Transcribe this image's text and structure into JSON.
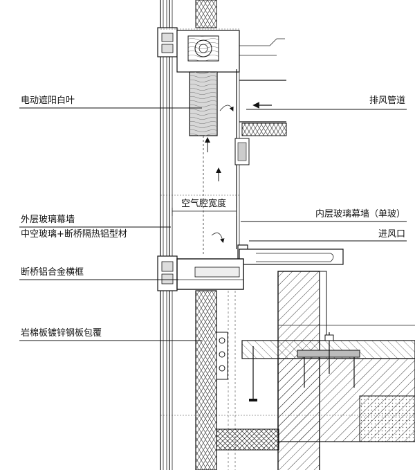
{
  "labels": {
    "blind": "电动遮阳白叶",
    "exhaust_duct": "排风管道",
    "air_cavity": "空气腔宽度",
    "outer_wall_line1": "外层玻璃幕墙",
    "outer_wall_line2": "中空玻璃+断桥隔热铝型材",
    "inner_wall": "内层玻璃幕墙（单玻）",
    "air_inlet": "进风口",
    "transom": "断桥铝合金横框",
    "rockwool": "岩棉板镀锌钢板包覆"
  },
  "colors": {
    "line": "#111111",
    "hatch": "#222222",
    "background": "#ffffff",
    "wood_fill": "#d8d8d8"
  }
}
